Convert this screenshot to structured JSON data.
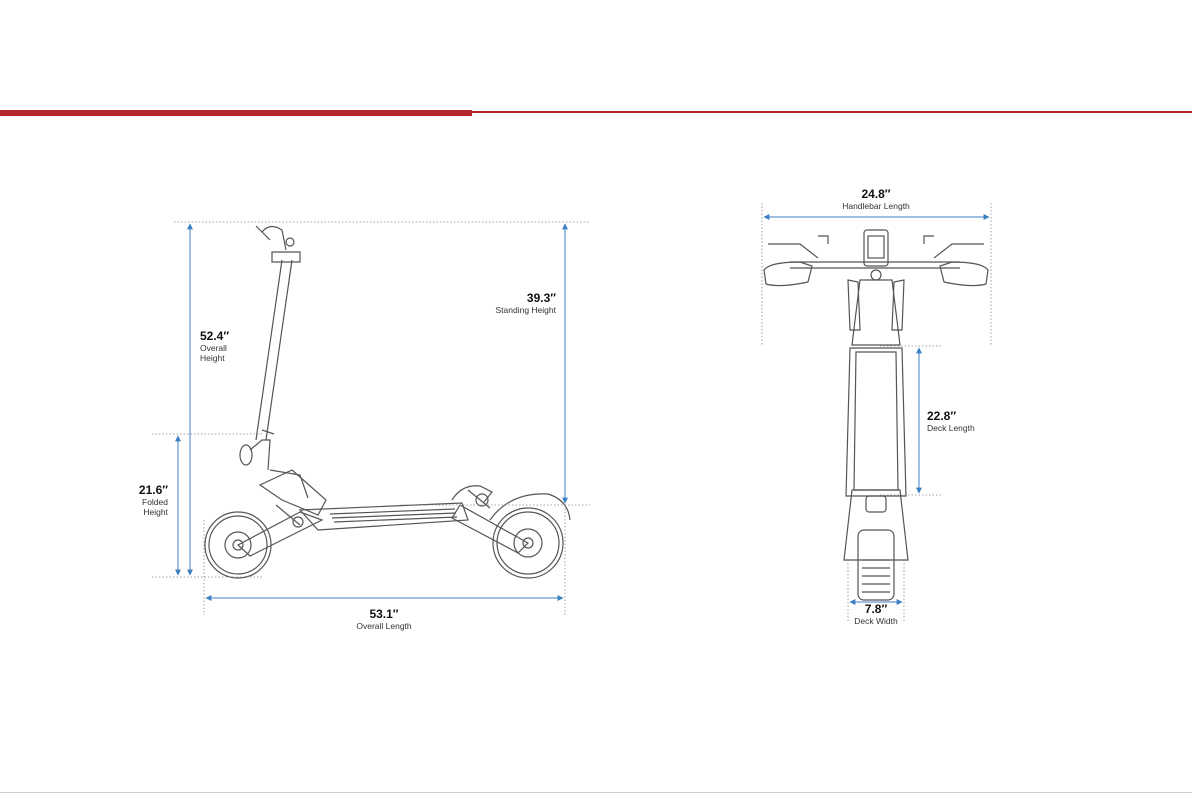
{
  "colors": {
    "accent": "#b5272d",
    "dimension_line": "#3b7fc4",
    "drawing": "#555555"
  },
  "side_view": {
    "overall_height": {
      "value": "52.4″",
      "caption_line1": "Overall",
      "caption_line2": "Height"
    },
    "standing_height": {
      "value": "39.3″",
      "caption": "Standing Height"
    },
    "folded_height": {
      "value": "21.6″",
      "caption_line1": "Folded",
      "caption_line2": "Height"
    },
    "overall_length": {
      "value": "53.1″",
      "caption": "Overall Length"
    }
  },
  "top_view": {
    "handlebar_length": {
      "value": "24.8″",
      "caption": "Handlebar Length"
    },
    "deck_length": {
      "value": "22.8″",
      "caption": "Deck Length"
    },
    "deck_width": {
      "value": "7.8″",
      "caption": "Deck Width"
    }
  }
}
